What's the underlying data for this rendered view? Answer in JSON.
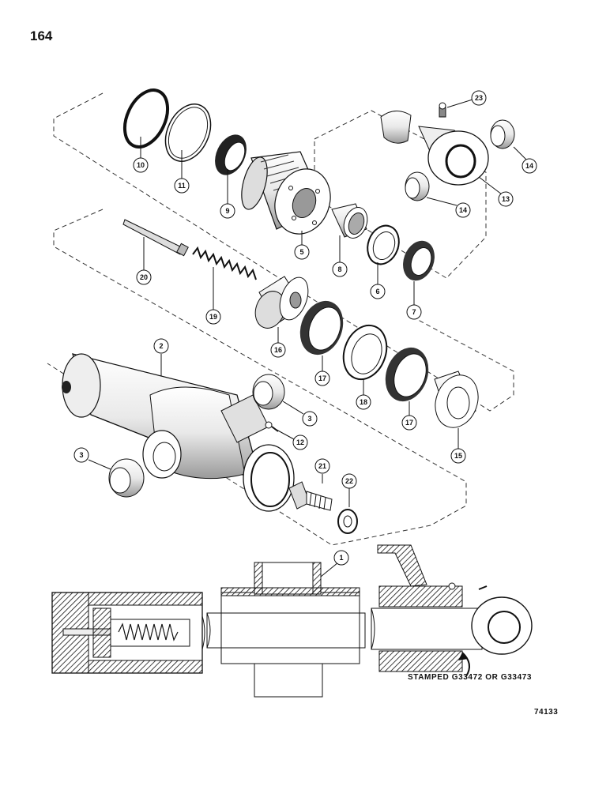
{
  "page_number": "164",
  "figure_code": "74133",
  "stamp_note": "STAMPED G33472 OR G33473",
  "callouts": [
    "1",
    "2",
    "3",
    "3",
    "5",
    "6",
    "7",
    "8",
    "9",
    "10",
    "11",
    "12",
    "13",
    "14",
    "14",
    "15",
    "16",
    "17",
    "17",
    "18",
    "19",
    "20",
    "21",
    "22",
    "23"
  ]
}
